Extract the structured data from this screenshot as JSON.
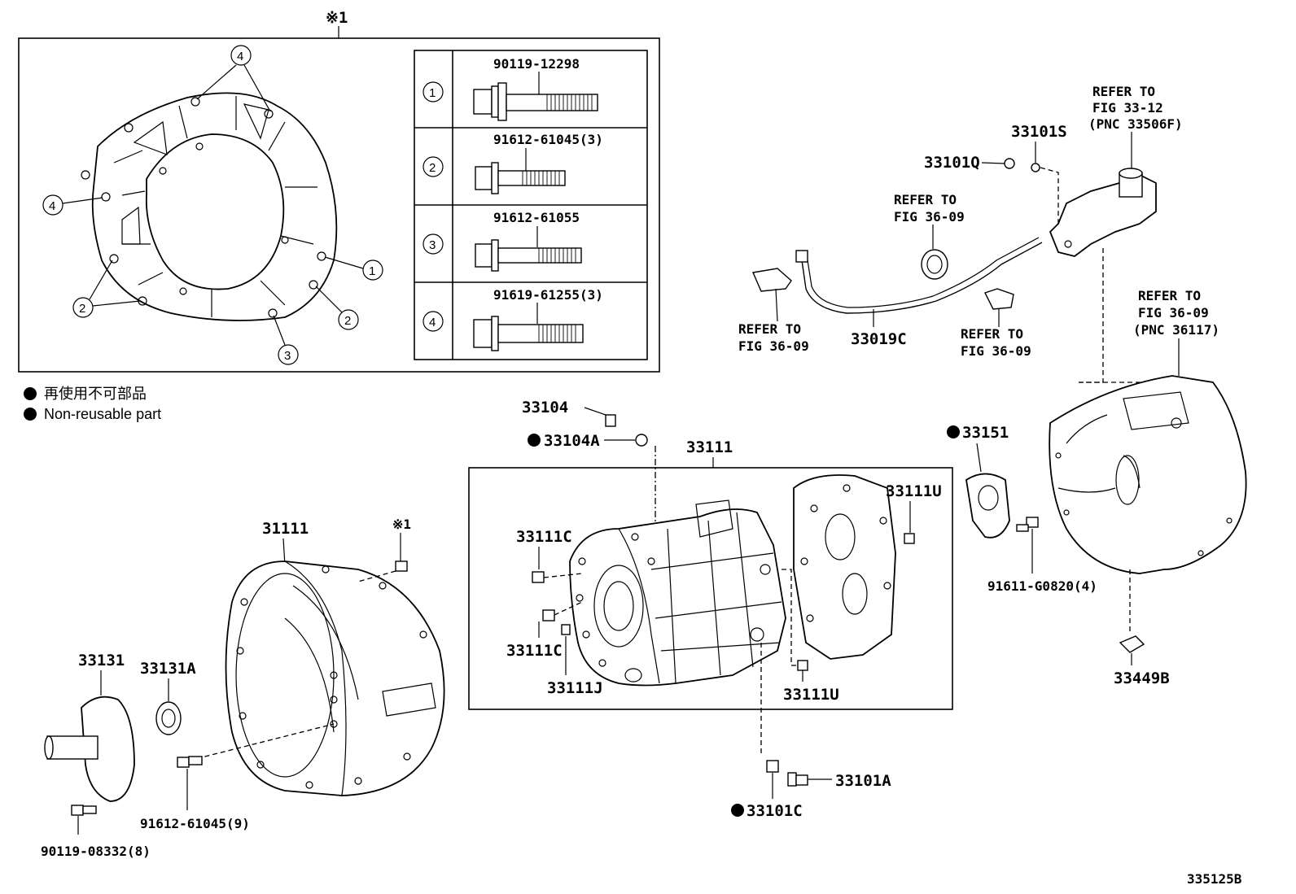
{
  "detail": {
    "title": "※1",
    "bolt_table": [
      {
        "index": "1",
        "part_number": "90119-12298"
      },
      {
        "index": "2",
        "part_number": "91612-61045(3)"
      },
      {
        "index": "3",
        "part_number": "91612-61055"
      },
      {
        "index": "4",
        "part_number": "91619-61255(3)"
      }
    ],
    "callouts": {
      "c1": "1",
      "c2a": "2",
      "c2b": "2",
      "c3": "3",
      "c4a": "4",
      "c4b": "4"
    }
  },
  "legend": {
    "line1": "再使用不可部品",
    "line2": "Non-reusable part"
  },
  "labels": {
    "p33101S": "33101S",
    "p33101Q": "33101Q",
    "refer_33_12_a": "REFER TO",
    "refer_33_12_b": "FIG 33-12",
    "refer_33_12_c": "(PNC 33506F)",
    "refer_36_09_top_a": "REFER TO",
    "refer_36_09_top_b": "FIG 36-09",
    "refer_36_09_left_a": "REFER TO",
    "refer_36_09_left_b": "FIG 36-09",
    "refer_36_09_mid_a": "REFER TO",
    "refer_36_09_mid_b": "FIG 36-09",
    "refer_36_117_a": "REFER TO",
    "refer_36_117_b": "FIG 36-09",
    "refer_36_117_c": "(PNC 36117)",
    "p33019C": "33019C",
    "p33104": "33104",
    "p33104A": "33104A",
    "p33111": "33111",
    "p33151": "33151",
    "p33111U_a": "33111U",
    "p33111U_b": "33111U",
    "p33111C_a": "33111C",
    "p33111C_b": "33111C",
    "p33111J": "33111J",
    "p91611": "91611-G0820(4)",
    "p33449B": "33449B",
    "p31111": "31111",
    "p_x1": "※1",
    "p33131": "33131",
    "p33131A": "33131A",
    "p91612": "91612-61045(9)",
    "p90119": "90119-08332(8)",
    "p33101A": "33101A",
    "p33101C": "33101C",
    "code": "335125B"
  }
}
